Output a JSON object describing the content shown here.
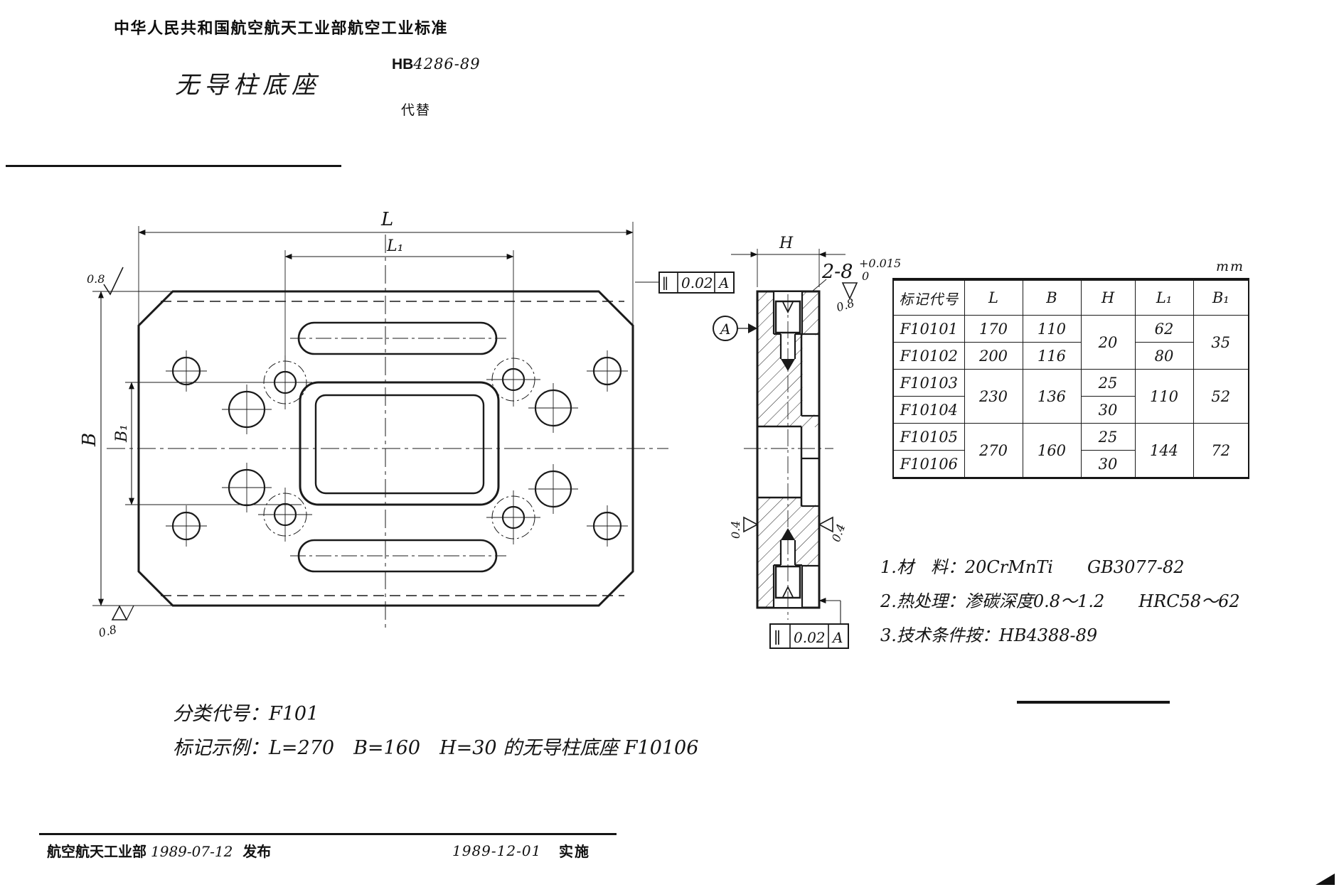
{
  "header": {
    "authority_line": "中华人民共和国航空航天工业部航空工业标准",
    "doc_title": "无导柱底座",
    "standard_prefix": "HB",
    "standard_number": "4286-89",
    "supersedes_label": "代替"
  },
  "drawing": {
    "dim_L": "L",
    "dim_L1": "L₁",
    "dim_B": "B",
    "dim_B1": "B₁",
    "dim_H": "H",
    "hole_callout": {
      "base": "2-8",
      "upper_tol": "+0.015",
      "lower_tol": "0"
    },
    "roughness_08": "0.8",
    "roughness_04": "0.4",
    "datum_label": "A",
    "fcf": {
      "symbol": "∥",
      "tolerance": "0.02",
      "datum": "A"
    }
  },
  "table": {
    "unit_label": "mm",
    "headers": [
      "标记代号",
      "L",
      "B",
      "H",
      "L₁",
      "B₁"
    ],
    "rows": [
      {
        "code": "F10101",
        "L": "170",
        "B": "110",
        "H": "20",
        "L1": "62",
        "B1": "35"
      },
      {
        "code": "F10102",
        "L": "200",
        "B": "116",
        "L1": "80"
      },
      {
        "code": "F10103",
        "L": "230",
        "B": "136",
        "H": "25",
        "L1": "110",
        "B1": "52"
      },
      {
        "code": "F10104",
        "H": "30"
      },
      {
        "code": "F10105",
        "L": "270",
        "B": "160",
        "H": "25",
        "L1": "144",
        "B1": "72"
      },
      {
        "code": "F10106",
        "H": "30"
      }
    ]
  },
  "notes": {
    "line1": "1.材　料：20CrMnTi　　GB3077-82",
    "line2": "2.热处理：渗碳深度0.8～1.2　　HRC58～62",
    "line3": "3.技术条件按：HB4388-89"
  },
  "classification": {
    "code_line": "分类代号：F101",
    "example_line": "标记示例：L=270　B=160　H=30 的无导柱底座 F10106"
  },
  "footer": {
    "publisher": "航空航天工业部",
    "publish_date": "1989-07-12",
    "publish_label": "发布",
    "implement_date": "1989-12-01",
    "implement_label": "实施"
  }
}
